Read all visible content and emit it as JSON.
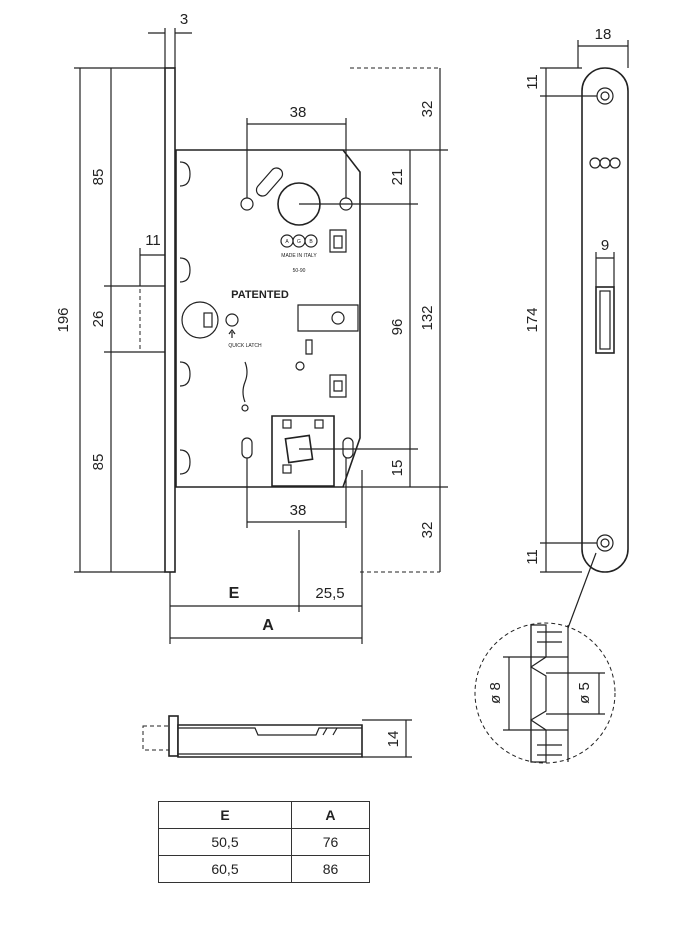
{
  "dimensions": {
    "faceplate_thickness": "3",
    "height_total": "196",
    "top_to_handle": "85",
    "latch_zone": "26",
    "bottom_from_latch": "85",
    "latch_offset": "11",
    "hole_spacing_top": "38",
    "top_margin": "32",
    "handle_offset": "21",
    "handle_to_lock": "96",
    "case_height": "132",
    "lock_offset": "15",
    "bottom_margin": "32",
    "hole_spacing_bottom": "38",
    "backset_label": "E",
    "case_depth_label": "A",
    "side_offset": "25,5",
    "faceplate_width": "18",
    "screw_top": "11",
    "plate_hole_span": "174",
    "screw_bottom": "11",
    "slot_width": "9",
    "side_thickness": "14",
    "countersink_outer": "ø 8",
    "countersink_inner": "ø 5"
  },
  "body_labels": {
    "brand": "AGB",
    "made_in": "MADE IN ITALY",
    "model": "50-90",
    "patented": "PATENTED",
    "quick_latch": "QUICK LATCH"
  },
  "table": {
    "headers": [
      "E",
      "A"
    ],
    "rows": [
      [
        "50,5",
        "76"
      ],
      [
        "60,5",
        "86"
      ]
    ]
  }
}
